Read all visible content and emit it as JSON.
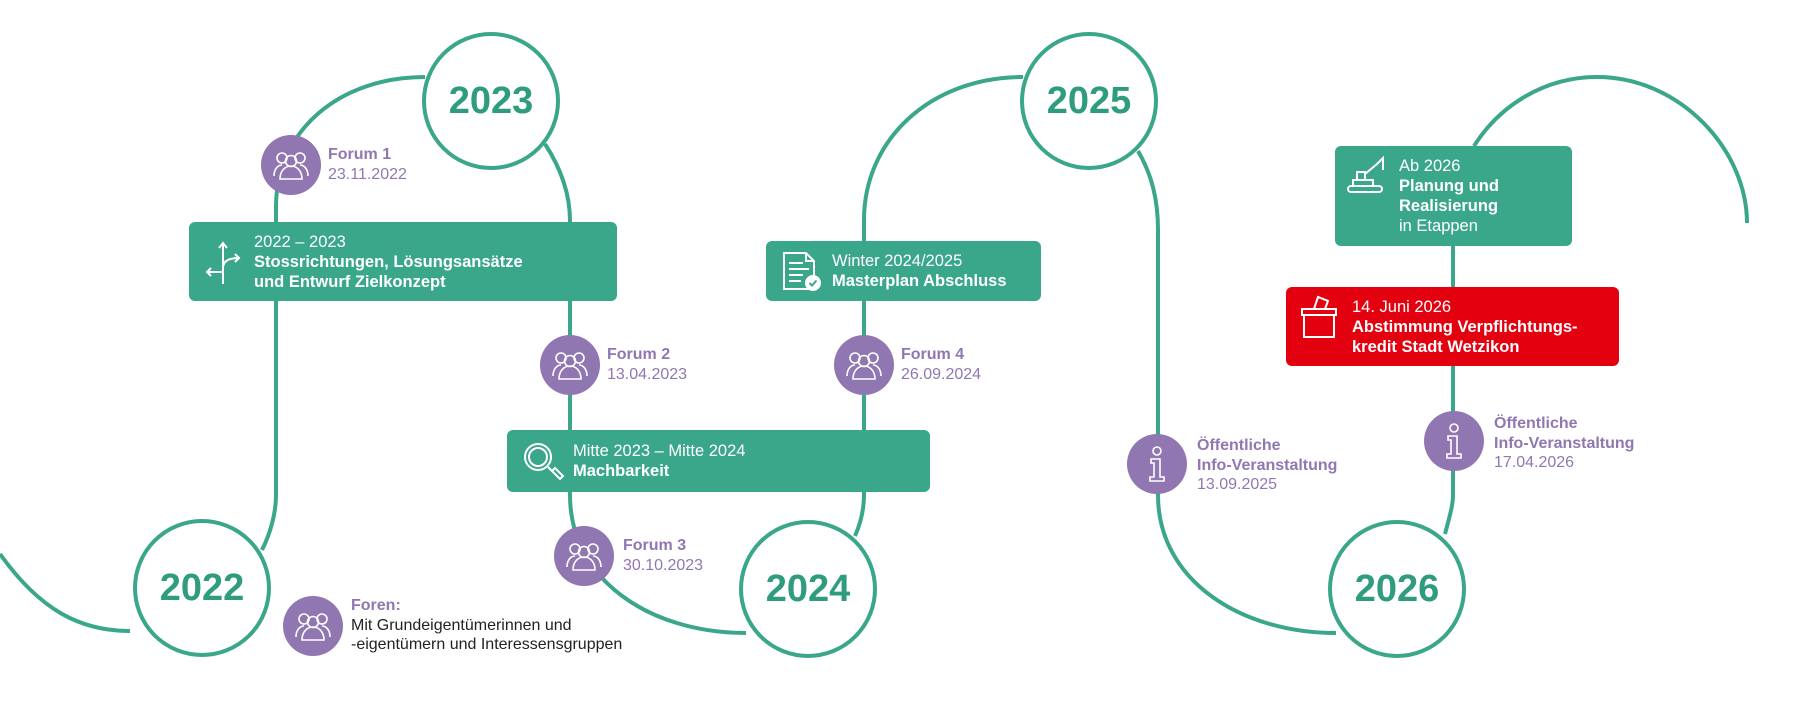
{
  "colors": {
    "teal": "#3aa68a",
    "purple": "#9177b2",
    "red": "#e3000f"
  },
  "years": [
    "2022",
    "2023",
    "2024",
    "2025",
    "2026"
  ],
  "phases": [
    {
      "icon": "signpost-icon",
      "date": "2022 – 2023",
      "title_lines": [
        "Stossrichtungen, Lösungsansätze",
        "und Entwurf Zielkonzept"
      ]
    },
    {
      "icon": "document-check-icon",
      "date": "Winter 2024/2025",
      "title_lines": [
        "Masterplan Abschluss"
      ]
    },
    {
      "icon": "magnifier-icon",
      "date": "Mitte 2023 – Mitte 2024",
      "title_lines": [
        "Machbarkeit"
      ]
    },
    {
      "icon": "excavator-icon",
      "date": "Ab 2026",
      "title_lines": [
        "Planung und",
        "Realisierung"
      ],
      "subtitle": "in Etappen"
    },
    {
      "icon": "ballot-box-icon",
      "date": "14. Juni 2026",
      "title_lines": [
        "Abstimmung Verpflichtungs-",
        "kredit Stadt Wetzikon"
      ]
    }
  ],
  "events": [
    {
      "icon": "people-icon",
      "title": "Forum 1",
      "date": "23.11.2022"
    },
    {
      "icon": "people-icon",
      "title": "Forum 2",
      "date": "13.04.2023"
    },
    {
      "icon": "people-icon",
      "title": "Forum 3",
      "date": "30.10.2023"
    },
    {
      "icon": "people-icon",
      "title": "Forum 4",
      "date": "26.09.2024"
    },
    {
      "icon": "info-icon",
      "title_lines": [
        "Öffentliche",
        "Info-Veranstaltung"
      ],
      "date": "13.09.2025"
    },
    {
      "icon": "info-icon",
      "title_lines": [
        "Öffentliche",
        "Info-Veranstaltung"
      ],
      "date": "17.04.2026"
    }
  ],
  "legend": {
    "icon": "people-icon",
    "title": "Foren:",
    "lines": [
      "Mit Grundeigentümerinnen und",
      "-eigentümern und Interessensgruppen"
    ]
  }
}
